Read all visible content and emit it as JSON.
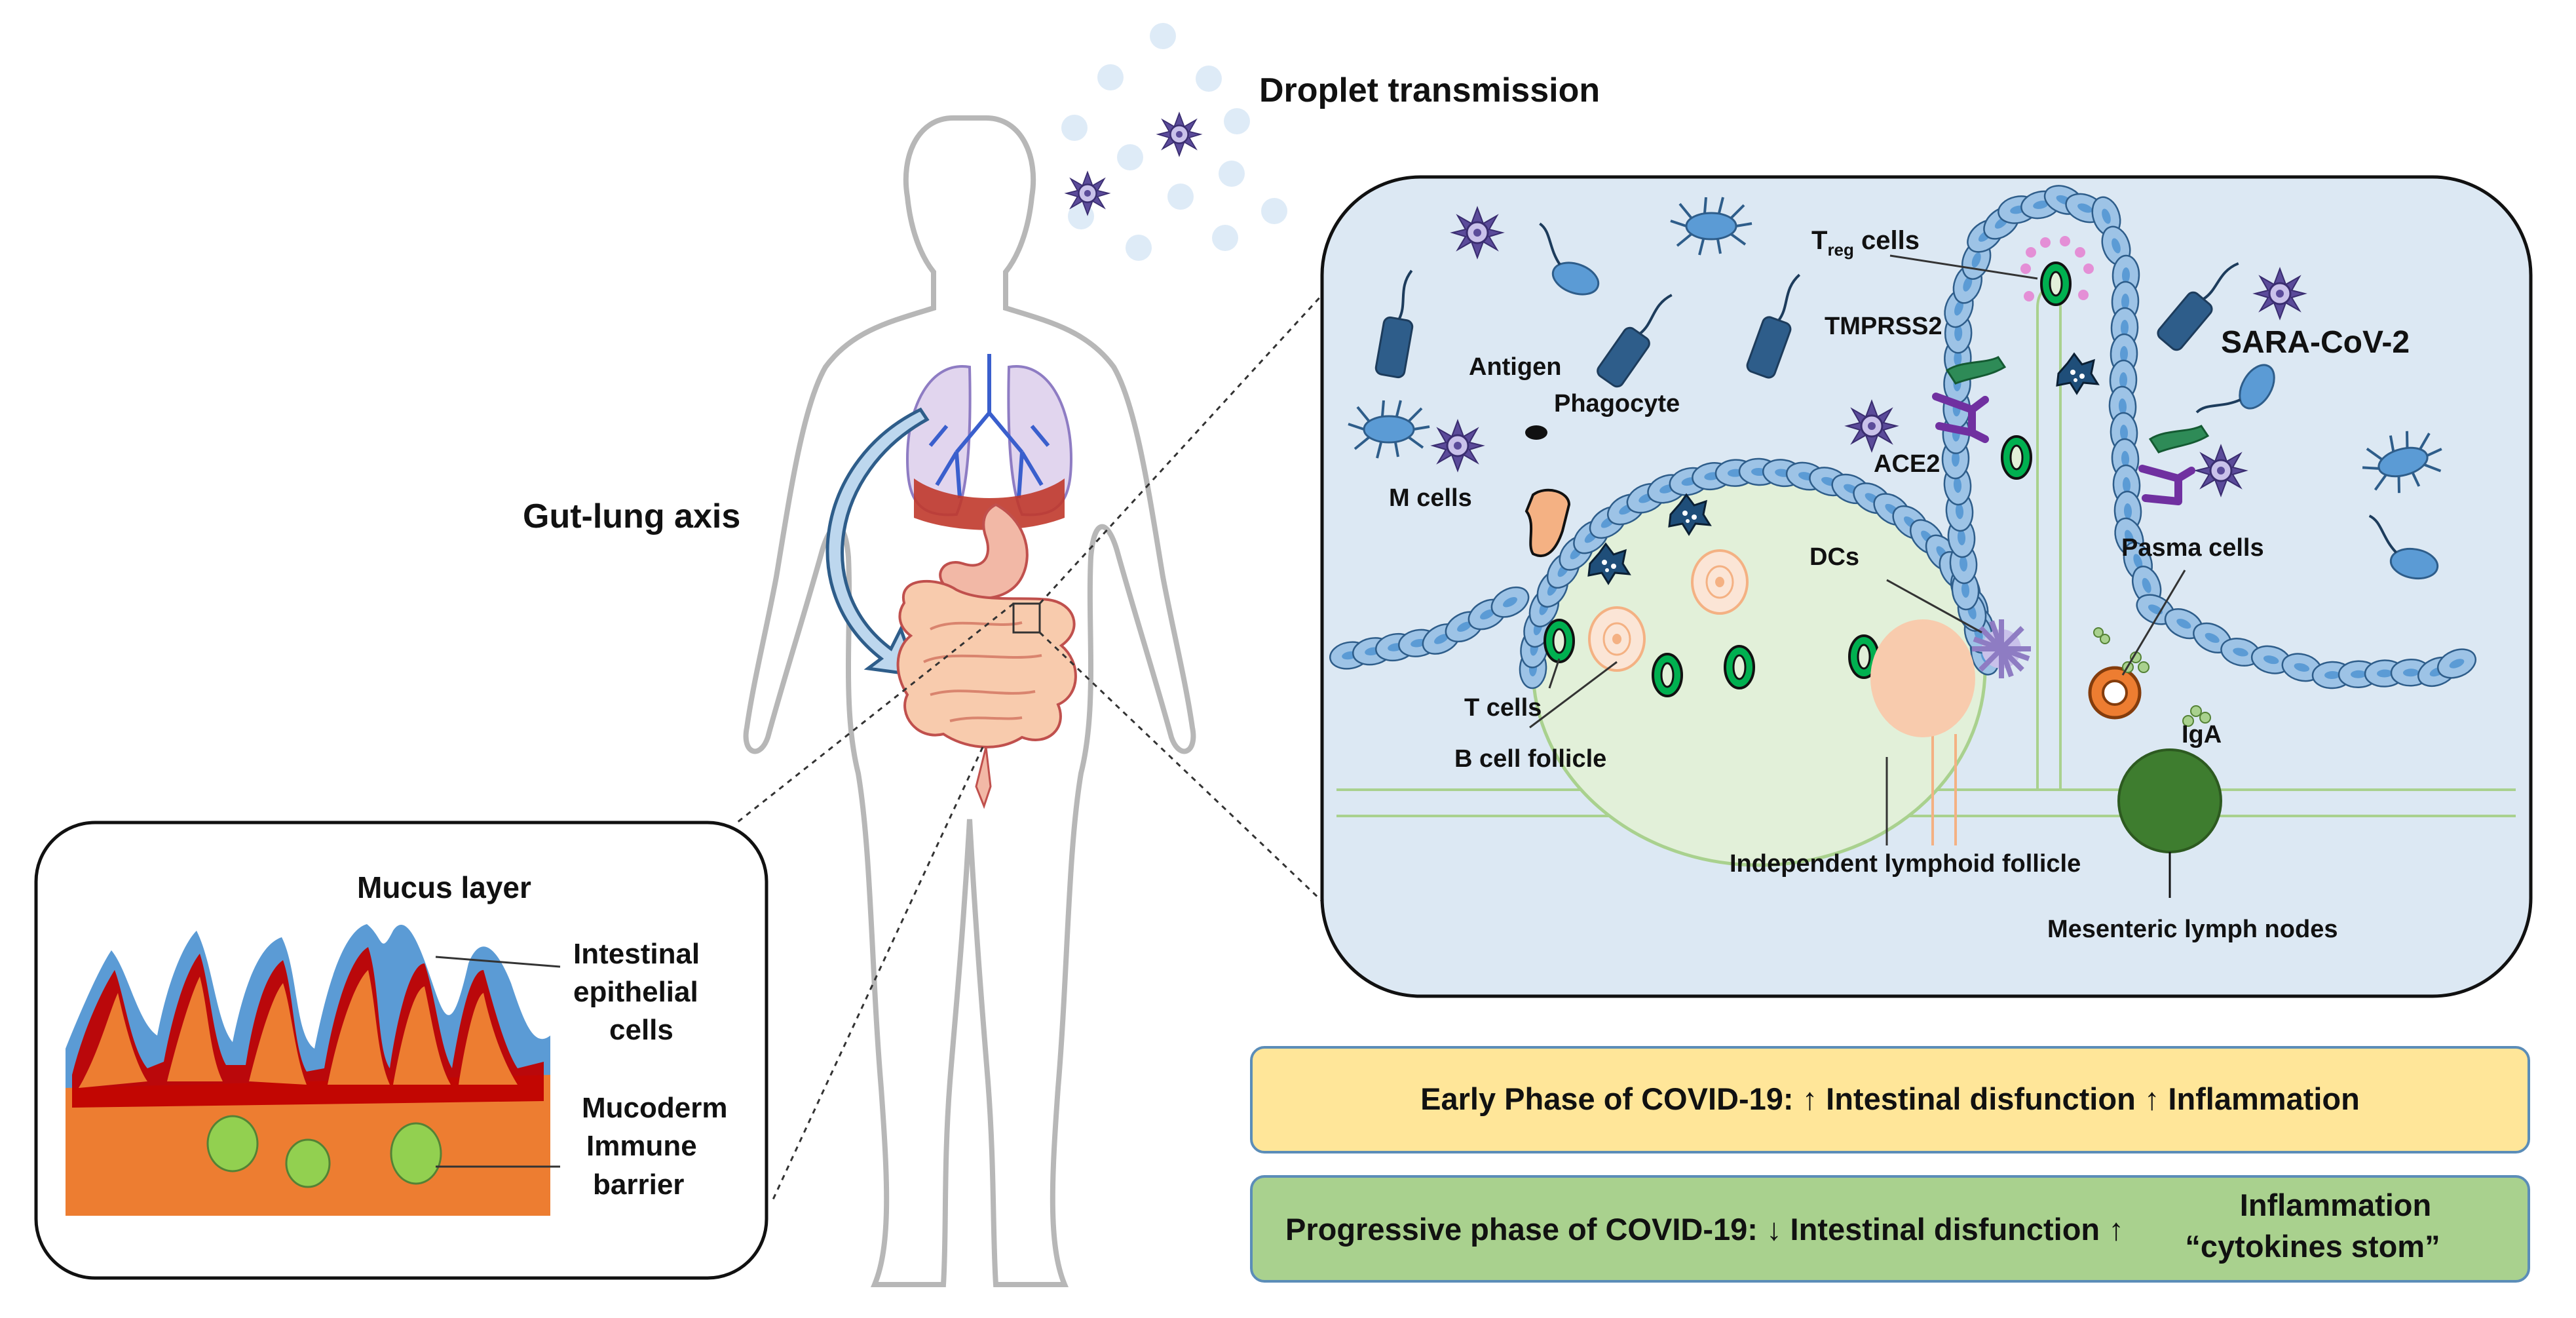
{
  "labels": {
    "droplet_transmission": "Droplet transmission",
    "gut_lung_axis": "Gut-lung axis",
    "mucus_layer": "Mucus layer",
    "intestinal_epithelial_cells": [
      "Intestinal",
      "epithelial",
      "cells"
    ],
    "mucoderm_immune_barrier": [
      "Mucoderm",
      "Immune",
      "barrier"
    ],
    "treg_T": "T",
    "treg_sub": "reg",
    "treg_cells": " cells",
    "tmprss2": "TMPRSS2",
    "sara_cov_2": "SARA-CoV-2",
    "antigen": "Antigen",
    "phagocyte": "Phagocyte",
    "m_cells": "M cells",
    "ace2": "ACE2",
    "dcs": "DCs",
    "pasma_cells": "Pasma cells",
    "t_cells": "T cells",
    "b_cell_follicle": "B cell follicle",
    "iga": "IgA",
    "independent_lymphoid_follicle": "Independent lymphoid follicle",
    "mesenteric_lymph_nodes": "Mesenteric lymph nodes"
  },
  "phases": {
    "early": "Early Phase of COVID-19:  ↑ Intestinal disfunction ↑ Inflammation",
    "progressive_main": "Progressive phase of COVID-19: ↓ Intestinal disfunction  ↑",
    "progressive_line1": "Inflammation",
    "progressive_line2": "“cytokines stom”"
  },
  "colors": {
    "panel_bg": "#dce8f3",
    "epithelium": "#9dc3e6",
    "epithelium_stroke": "#3c6e9a",
    "mucus_blue": "#5b9bd5",
    "villus_red": "#c00000",
    "mucoderm_orange": "#ed7d31",
    "follicle_green": "#e2f0d9",
    "t_cell_green": "#00b050",
    "early_box": "#ffe699",
    "progressive_box": "#a9d18e",
    "virus_purple": "#5b4b9a",
    "bacteria_blue": "#2e5d8a"
  },
  "icons": [
    "body-outline",
    "lungs-icon",
    "stomach-icon",
    "intestine-icon",
    "virus-icon",
    "bacteria-icon",
    "droplet-icon",
    "phagocyte-icon",
    "dendritic-cell-icon",
    "plasma-cell-icon",
    "lymph-node-icon",
    "ace2-receptor-icon",
    "tmprss2-icon"
  ]
}
